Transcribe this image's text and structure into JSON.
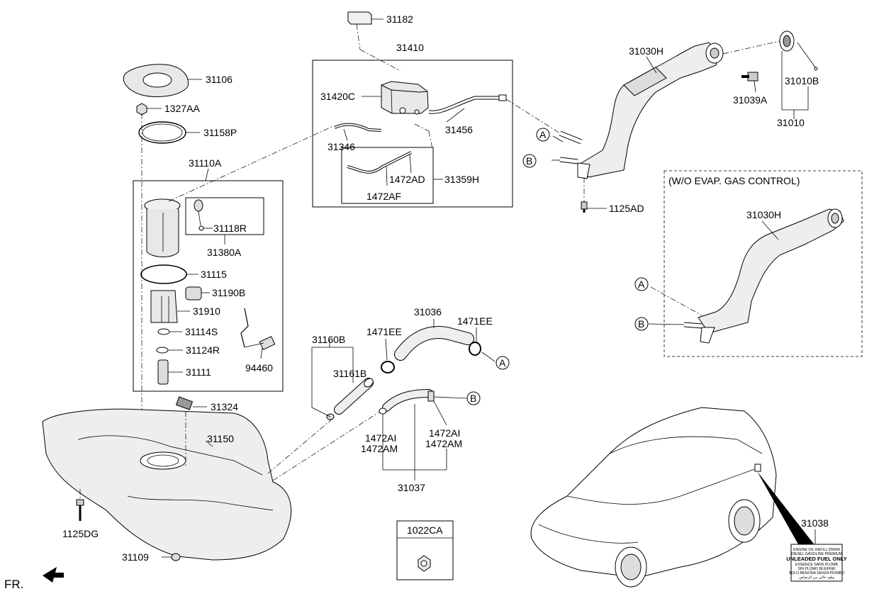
{
  "labels": {
    "p31182": "31182",
    "p31410": "31410",
    "p31420C": "31420C",
    "p31456": "31456",
    "p31346": "31346",
    "p1472AD": "1472AD",
    "p31359H": "31359H",
    "p1472AF": "1472AF",
    "p31106": "31106",
    "p1327AA": "1327AA",
    "p31158P": "31158P",
    "p31110A": "31110A",
    "p31118R": "31118R",
    "p31380A": "31380A",
    "p31115": "31115",
    "p31190B": "31190B",
    "p31910": "31910",
    "p31114S": "31114S",
    "p31124R": "31124R",
    "p31111": "31111",
    "p94460": "94460",
    "p31324": "31324",
    "p31150": "31150",
    "p1125DG": "1125DG",
    "p31109": "31109",
    "p31160B": "31160B",
    "p31161B": "31161B",
    "p31036": "31036",
    "p1471EE_1": "1471EE",
    "p1471EE_2": "1471EE",
    "p1472AI_1": "1472AI",
    "p1472AM_1": "1472AM",
    "p1472AI_2": "1472AI",
    "p1472AM_2": "1472AM",
    "p31037": "31037",
    "p1022CA": "1022CA",
    "p31030H_1": "31030H",
    "p31039A": "31039A",
    "p31010B": "31010B",
    "p31010": "31010",
    "p1125AD": "1125AD",
    "p31030H_2": "31030H",
    "p31038": "31038",
    "wo_evap": "(W/O EVAP. GAS CONTROL)",
    "ref_a": "A",
    "ref_b": "B",
    "fr": "FR."
  },
  "fuel_label_lines": [
    "ENGINE OIL  REFILL DRAIN",
    "DIESEL  GASOLINE  PREMIUM",
    "UNLEADED FUEL ONLY",
    "ESSENCE SANS PLOMB",
    "SIN PLOMO  BLEIFREI",
    "SOLO BENZINA SENZA PIOMBO",
    "وقود خالي من الرصاص"
  ]
}
